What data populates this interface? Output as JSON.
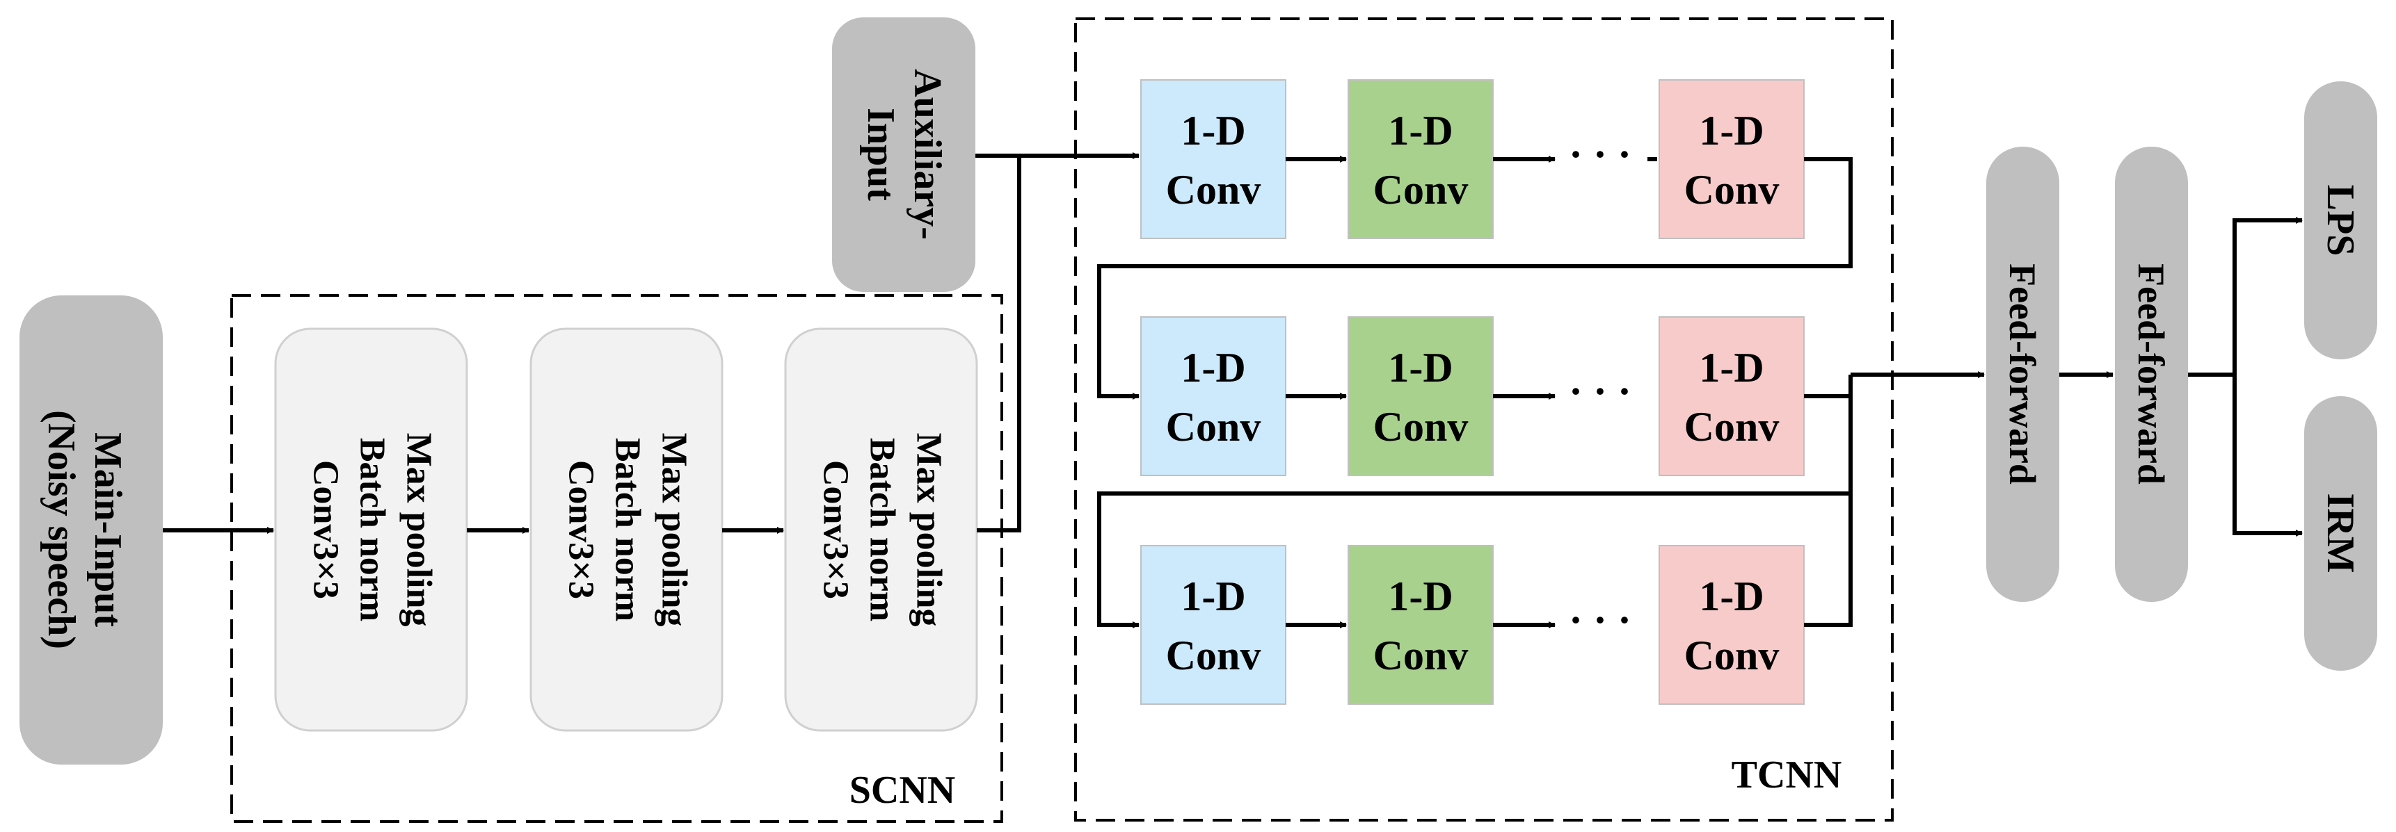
{
  "main_input": {
    "line1": "Main-Input",
    "line2": "(Noisy speech)"
  },
  "auxiliary_input": {
    "line1": "Auxiliary-",
    "line2": "Input"
  },
  "scnn": {
    "label": "SCNN",
    "block": {
      "line1": "Max pooling",
      "line2": "Batch norm",
      "line3": "Conv3×3"
    }
  },
  "tcnn": {
    "label": "TCNN",
    "conv": {
      "line1": "1-D",
      "line2": "Conv"
    },
    "ellipsis": "· · ·"
  },
  "feed_forward": "Feed-forward",
  "outputs": {
    "lps": "LPS",
    "irm": "IRM"
  },
  "colors": {
    "pill": "#bfbfbf",
    "scnn_block": "#f2f2f2",
    "conv_blue": "#cdeafc",
    "conv_green": "#a9d18e",
    "conv_pink": "#f8cbcb"
  }
}
